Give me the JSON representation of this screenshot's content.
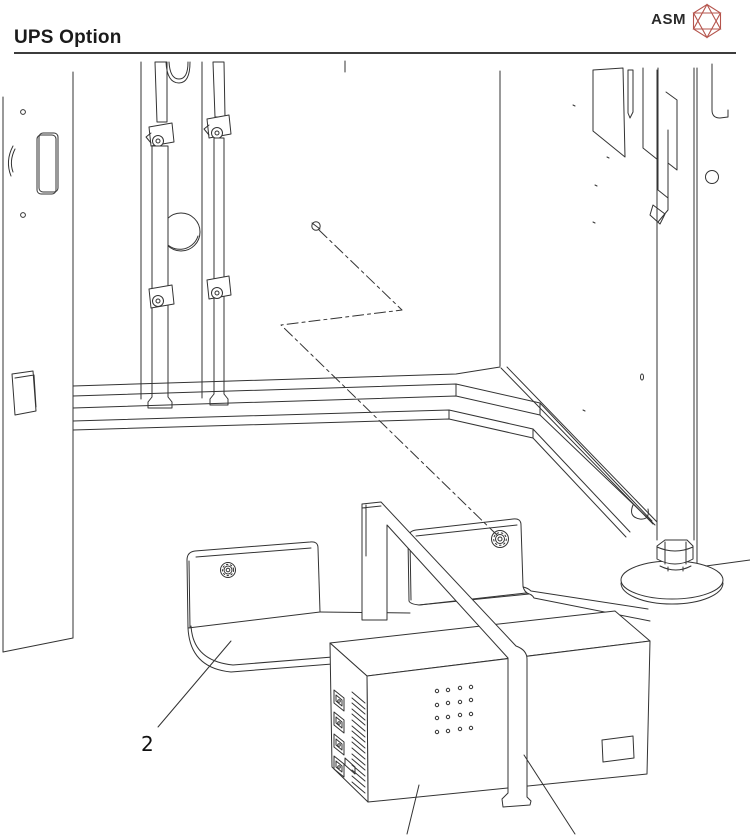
{
  "header": {
    "title": "UPS Option",
    "brand": "ASM",
    "logo_color": "#b5544c",
    "logo_icon": "faceted-gem-wireframe-icon",
    "rule_color": "#3c3c3c"
  },
  "figure": {
    "type": "technical-line-drawing",
    "description": "Isometric exploded line drawing of the UPS option installation: machine cabinet interior with back-wall rails and clamps, floor sill, right wall with leveling foot, flat-head screw on dash-dot centerline, two mounting brackets with thumbscrews, hold-down strap and UPS unit with IEC outlets and vent grilles",
    "line_color": "#333333",
    "callouts": [
      {
        "label": "2",
        "points_to": "ups-mounting-bracket"
      }
    ]
  }
}
